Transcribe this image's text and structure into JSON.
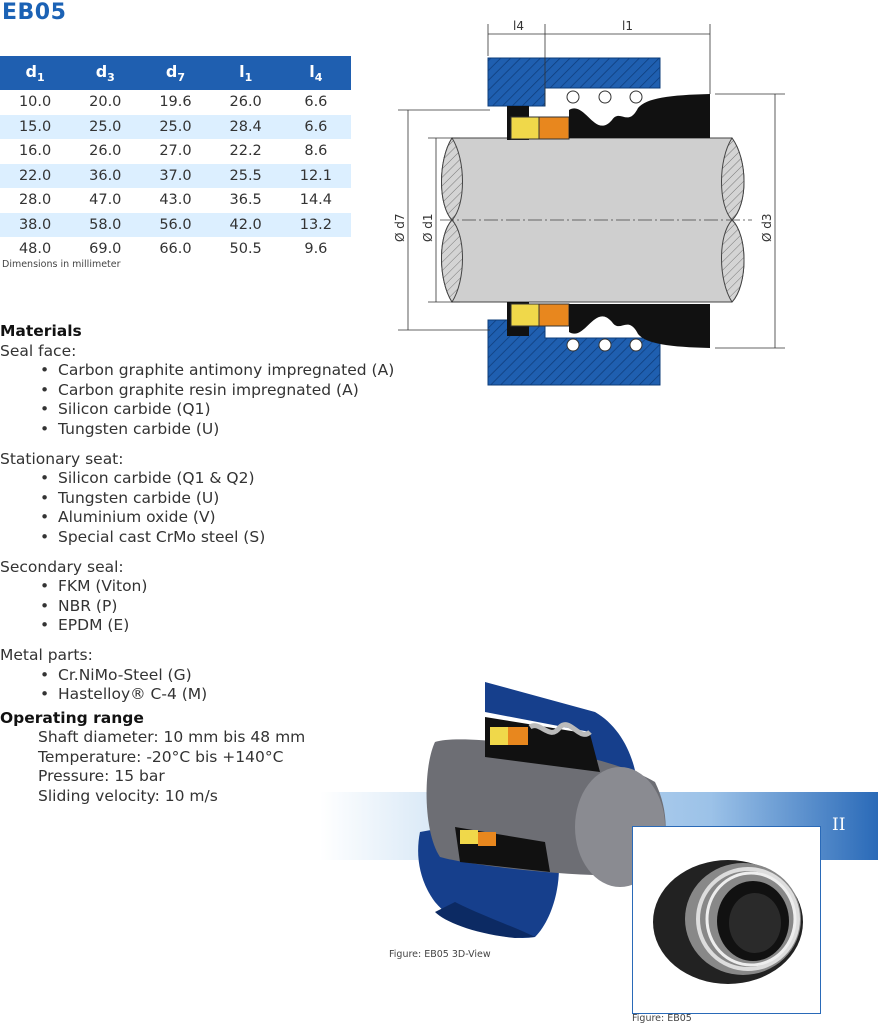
{
  "title": "EB05",
  "table": {
    "headers": [
      {
        "main": "d",
        "sub": "1"
      },
      {
        "main": "d",
        "sub": "3"
      },
      {
        "main": "d",
        "sub": "7"
      },
      {
        "main": "l",
        "sub": "1"
      },
      {
        "main": "l",
        "sub": "4"
      }
    ],
    "rows": [
      [
        "10.0",
        "20.0",
        "19.6",
        "26.0",
        "6.6"
      ],
      [
        "15.0",
        "25.0",
        "25.0",
        "28.4",
        "6.6"
      ],
      [
        "16.0",
        "26.0",
        "27.0",
        "22.2",
        "8.6"
      ],
      [
        "22.0",
        "36.0",
        "37.0",
        "25.5",
        "12.1"
      ],
      [
        "28.0",
        "47.0",
        "43.0",
        "36.5",
        "14.4"
      ],
      [
        "38.0",
        "58.0",
        "56.0",
        "42.0",
        "13.2"
      ],
      [
        "48.0",
        "69.0",
        "66.0",
        "50.5",
        "9.6"
      ]
    ],
    "note": "Dimensions in millimeter"
  },
  "materials": {
    "heading": "Materials",
    "groups": [
      {
        "label": "Seal face:",
        "items": [
          "Carbon graphite antimony impregnated (A)",
          "Carbon graphite resin impregnated (A)",
          "Silicon carbide (Q1)",
          "Tungsten carbide (U)"
        ]
      },
      {
        "label": "Stationary seat:",
        "items": [
          "Silicon carbide (Q1 & Q2)",
          "Tungsten carbide (U)",
          "Aluminium oxide (V)",
          "Special cast CrMo steel (S)"
        ]
      },
      {
        "label": "Secondary seal:",
        "items": [
          "FKM (Viton)",
          "NBR (P)",
          "EPDM (E)"
        ]
      },
      {
        "label": "Metal parts:",
        "items": [
          "Cr.NiMo-Steel (G)",
          "Hastelloy® C-4 (M)"
        ]
      }
    ]
  },
  "operating": {
    "heading": "Operating range",
    "lines": [
      "Shaft diameter: 10 mm bis 48 mm",
      "Temperature: -20°C bis +140°C",
      "Pressure: 15 bar",
      "Sliding velocity: 10 m/s"
    ]
  },
  "drawing": {
    "l4": "l4",
    "l1": "l1",
    "d7": "Ø d7",
    "d1": "Ø d1",
    "d3": "Ø d3"
  },
  "band_label": "II",
  "captions": {
    "view3d": "Figure:  EB05 3D-View",
    "photo": "Figure:  EB05"
  },
  "colors": {
    "brand_blue": "#1f5fb0",
    "row_alt": "#dcefff",
    "seal_orange": "#e8871e",
    "seal_yellow": "#f0d84a"
  }
}
